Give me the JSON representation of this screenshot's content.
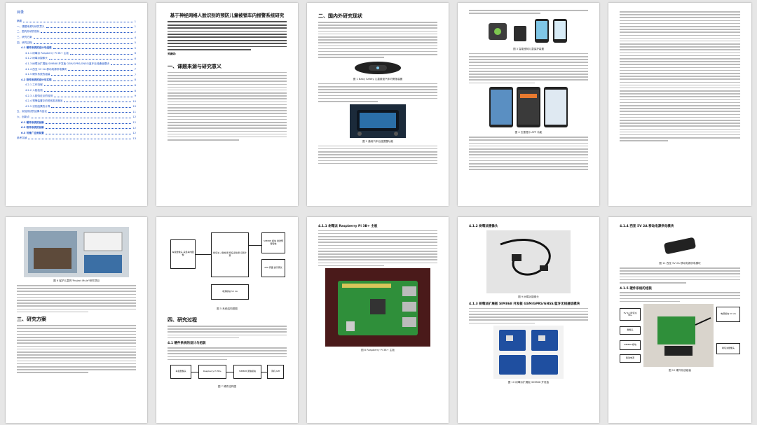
{
  "toc": {
    "title": "目录",
    "items": [
      {
        "label": "摘要",
        "page": "1",
        "level": 1
      },
      {
        "label": "一、课题来源与研究意义",
        "page": "1",
        "level": 1
      },
      {
        "label": "二、国内外研究现状",
        "page": "2",
        "level": 1
      },
      {
        "label": "三、研究方案",
        "page": "4",
        "level": 1
      },
      {
        "label": "四、研究过程",
        "page": "5",
        "level": 1
      },
      {
        "label": "4.1 硬件系统的设计与组装",
        "page": "5",
        "level": 2,
        "bold": true
      },
      {
        "label": "4.1.1 树莓派 Raspberry Pi 3B+ 主板",
        "page": "6",
        "level": 3
      },
      {
        "label": "4.1.2 树莓派摄像头",
        "page": "6",
        "level": 3
      },
      {
        "label": "4.1.3 树莓派扩展板 SIM868 开发板 GSM/GPRS/GNSS/蓝牙无线通信模块",
        "page": "6",
        "level": 3
      },
      {
        "label": "4.1.4 西圣 5V 2A 移动电源供电模块",
        "page": "7",
        "level": 3
      },
      {
        "label": "4.1.5 硬件系统的组装",
        "page": "7",
        "level": 3
      },
      {
        "label": "4.2 软件系统的设计与实现",
        "page": "8",
        "level": 2,
        "bold": true
      },
      {
        "label": "4.2.1 工作流程",
        "page": "8",
        "level": 3
      },
      {
        "label": "4.2.2 人脸检测",
        "page": "8",
        "level": 3
      },
      {
        "label": "4.2.3 人脸特征点的检测",
        "page": "9",
        "level": 3
      },
      {
        "label": "4.2.4 预警装置中的短信发送程序",
        "page": "10",
        "level": 3
      },
      {
        "label": "4.2.5 识别结果的计算",
        "page": "10",
        "level": 3
      },
      {
        "label": "五、实验测试的结果与结论",
        "page": "11",
        "level": 1
      },
      {
        "label": "六、创新点",
        "page": "12",
        "level": 1
      },
      {
        "label": "6.1 硬件系统的创新",
        "page": "12",
        "level": 2,
        "bold": true
      },
      {
        "label": "6.2 软件系统的创新",
        "page": "12",
        "level": 2,
        "bold": true
      },
      {
        "label": "6.3 可推广应用前景",
        "page": "12",
        "level": 2,
        "bold": true
      },
      {
        "label": "参考文献",
        "page": "13",
        "level": 1
      }
    ]
  },
  "page2": {
    "title": "基于神经网络人脸识别的预防儿童被锁车内报警系统研究",
    "heading1": "一、课题来源与研究意义",
    "keywords_label": "关键词："
  },
  "page3": {
    "heading": "二、国内外研究现状",
    "cap1": "图 1 Baby Safety 儿童被锁汽车内警报装置",
    "cap2": "图 2 通用汽车后座提醒功能"
  },
  "page4": {
    "cap3": "图 3 智能座椅儿童保护装置",
    "cap4": "图 4 忘童提示 APP 功能"
  },
  "page6": {
    "cap5": "图 5 系统结构框图",
    "heading": "四、研究过程",
    "sub": "4.1 硬件系统的设计与组装",
    "cap7": "图 7 硬件结构图",
    "box_camera": "车载摄像头 采集车内图像",
    "box_pi": "树莓派 人脸检测 特征点检测 识别计算",
    "box_warn": "SIM868 模块 发送预警短信",
    "box_app": "APP 界面 提示家长",
    "box_power": "电源模块 5V 2A",
    "box_b1": "车载摄像头",
    "box_b2": "Raspberry Pi 3B+",
    "box_b3": "SIM868 通信模块",
    "box_b4": "手机 APP"
  },
  "page7": {
    "sub": "4.1.1 树莓派 Raspberry Pi 3B+ 主板",
    "cap8": "图 8 Raspberry Pi 3B+ 主板"
  },
  "page8": {
    "sub": "4.1.2 树莓派摄像头",
    "cap9": "图 9 树莓派摄像头",
    "sub2": "4.1.3 树莓派扩展板 SIM868 开发板 GSM/GPRS/GNSS/蓝牙无线通信模块",
    "cap10": "图 10 树莓派扩展板 SIM868 开发板"
  },
  "page9": {
    "sub": "4.1.4 西圣 5V 2A 移动电源供电模块",
    "cap11": "图 11 西圣 5V 2A 移动电源供电模块",
    "sub2": "4.1.5 硬件系统的组装",
    "cap12": "图 12 硬件系统组装",
    "label_pi": "5V 2A 树莓派 3B+",
    "label_cam": "摄像头",
    "label_sim": "SIM868 模块",
    "label_power": "移动电源",
    "label_right1": "电源模块 5V 2A",
    "label_right2": "树莓派摄像头"
  },
  "page10": {
    "heading": "三、研究方案",
    "cap6": "图 6 保护儿童的\"Project Mule\"研究项目"
  },
  "colors": {
    "toc_blue": "#1a4fc4",
    "board_green": "#2f8f3a",
    "board_blue": "#1f4fa0"
  }
}
